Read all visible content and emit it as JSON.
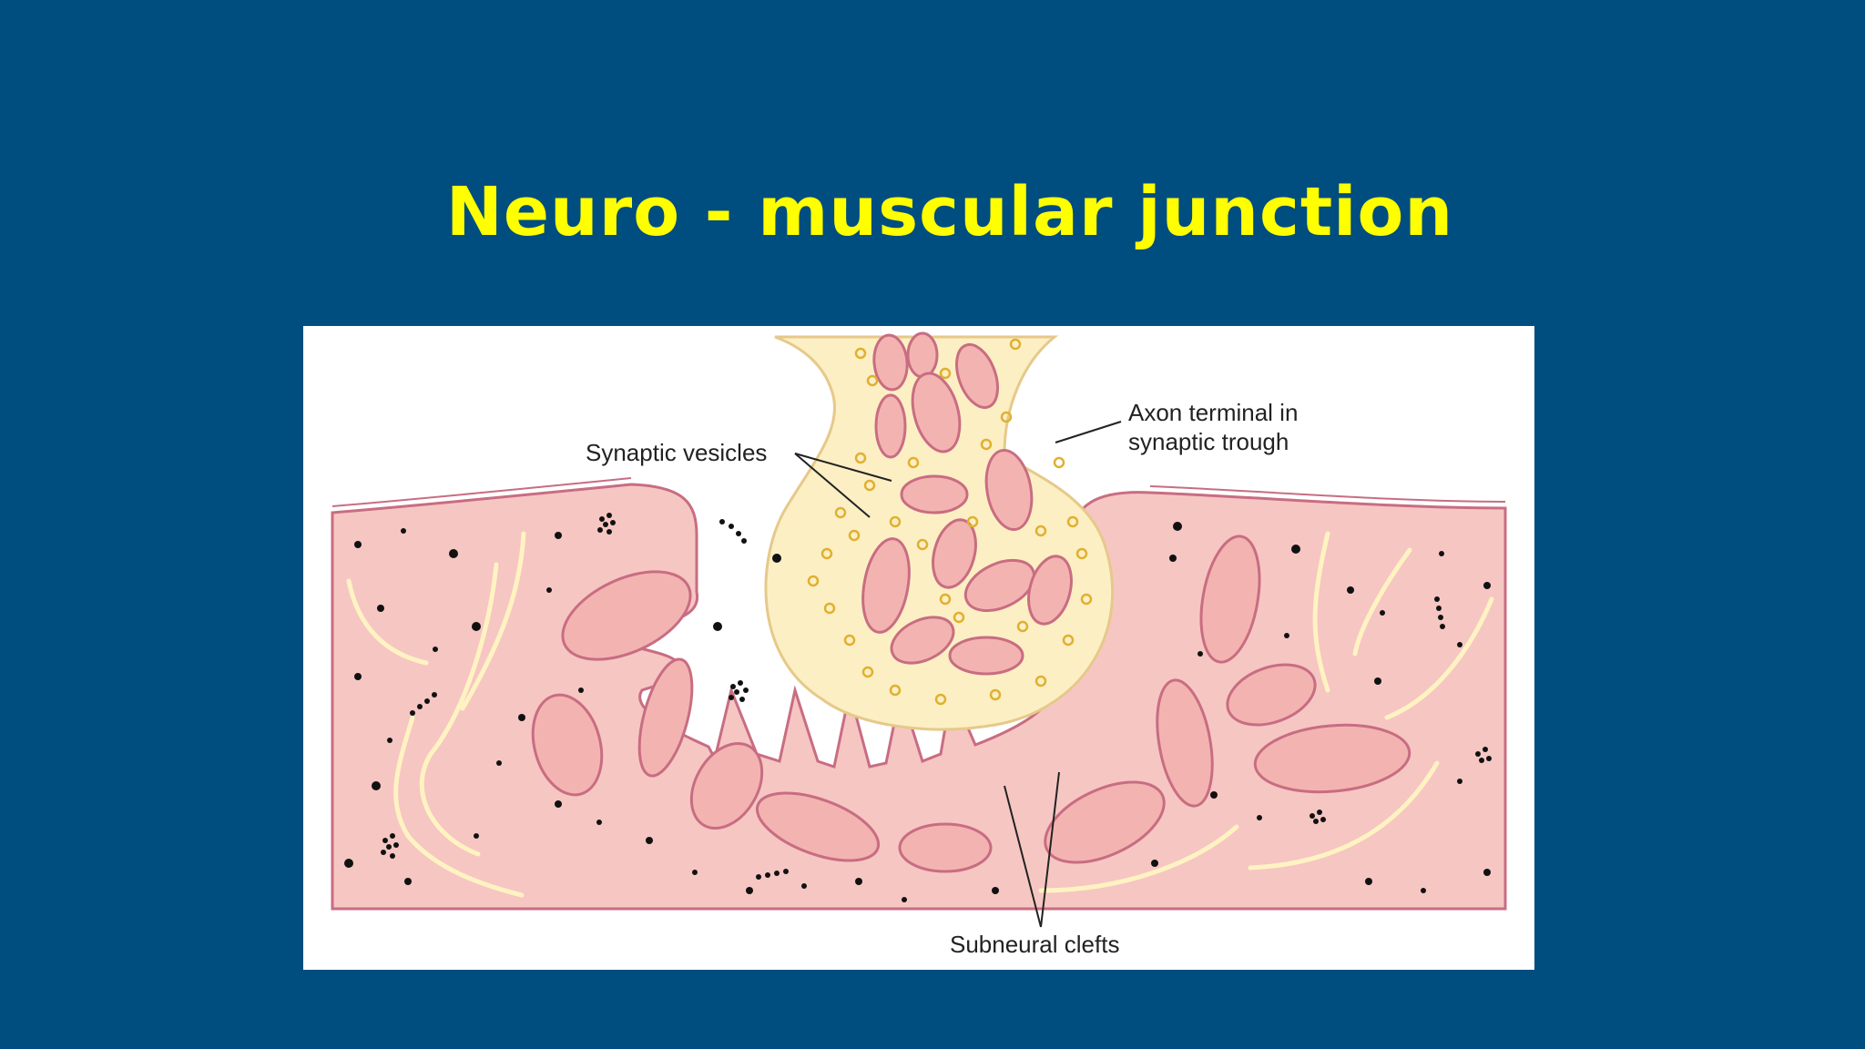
{
  "slide": {
    "title": "Neuro - muscular junction"
  },
  "diagram": {
    "labels": {
      "synaptic_vesicles": "Synaptic vesicles",
      "axon_terminal_line1": "Axon terminal in",
      "axon_terminal_line2": "synaptic trough",
      "subneural_clefts": "Subneural clefts"
    }
  },
  "colors": {
    "background": "#004d80",
    "title": "#ffff00",
    "muscle": "#f6c6c3",
    "membrane": "#c86d82",
    "axon": "#fcefc4",
    "vesicle": "#e0b030",
    "fibril": "#fff3c2"
  }
}
